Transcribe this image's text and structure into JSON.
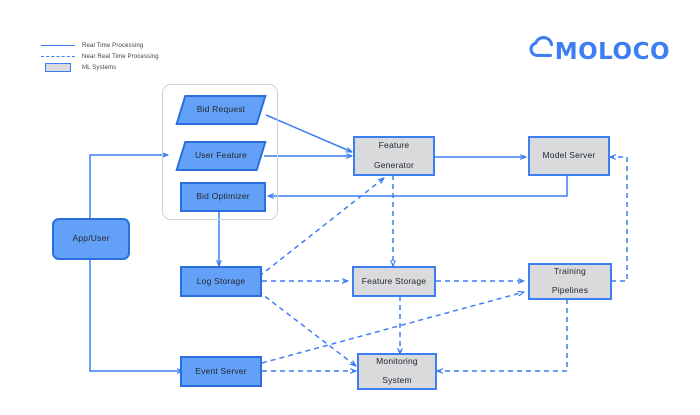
{
  "brand": {
    "name": "MOLOCO",
    "logo_icon": "cloud-icon",
    "color": "#3d7ff2"
  },
  "legend": {
    "items": [
      {
        "key": "solid-line",
        "label": "Real Time Processing"
      },
      {
        "key": "dashed-line",
        "label": "Near Real Time Processing"
      },
      {
        "key": "filled-box",
        "label": "ML Systems"
      }
    ]
  },
  "colors": {
    "accent": "#3d7ff2",
    "ml_fill": "#63a0f7",
    "ml_border": "#2a6fdd",
    "system_fill": "#d9dadb",
    "group_border": "#cfd3d6"
  },
  "diagram": {
    "nodes": [
      {
        "id": "app-user",
        "label": "App/User",
        "shape": "rounded-rect",
        "style": "ml"
      },
      {
        "id": "bid-request",
        "label": "Bid Request",
        "shape": "parallelogram",
        "style": "ml"
      },
      {
        "id": "user-feature",
        "label": "User Feature",
        "shape": "parallelogram",
        "style": "ml"
      },
      {
        "id": "bid-optimizer",
        "label": "Bid Optimizer",
        "shape": "rect",
        "style": "ml"
      },
      {
        "id": "feature-generator",
        "label": "Feature\nGenerator",
        "line1": "Feature",
        "line2": "Generator",
        "shape": "rect",
        "style": "system"
      },
      {
        "id": "model-server",
        "label": "Model Server",
        "shape": "rect",
        "style": "system"
      },
      {
        "id": "log-storage",
        "label": "Log Storage",
        "shape": "rect",
        "style": "ml"
      },
      {
        "id": "feature-storage",
        "label": "Feature Storage",
        "shape": "rect",
        "style": "system"
      },
      {
        "id": "training-pipelines",
        "label": "Training\nPipelines",
        "line1": "Training",
        "line2": "Pipelines",
        "shape": "rect",
        "style": "system"
      },
      {
        "id": "event-server",
        "label": "Event Server",
        "shape": "rect",
        "style": "ml"
      },
      {
        "id": "monitoring-system",
        "label": "Monitoring\nSystem",
        "line1": "Monitoring",
        "line2": "System",
        "shape": "rect",
        "style": "system"
      }
    ],
    "edges": [
      {
        "from": "app-user",
        "to": "user-feature",
        "type": "solid"
      },
      {
        "from": "app-user",
        "to": "event-server",
        "type": "solid"
      },
      {
        "from": "bid-request",
        "to": "feature-generator",
        "type": "solid"
      },
      {
        "from": "user-feature",
        "to": "feature-generator",
        "type": "solid"
      },
      {
        "from": "feature-generator",
        "to": "model-server",
        "type": "solid"
      },
      {
        "from": "model-server",
        "to": "bid-optimizer",
        "type": "solid"
      },
      {
        "from": "bid-optimizer",
        "to": "log-storage",
        "type": "solid"
      },
      {
        "from": "feature-generator",
        "to": "feature-storage",
        "type": "dashed"
      },
      {
        "from": "log-storage",
        "to": "feature-generator",
        "type": "dashed"
      },
      {
        "from": "log-storage",
        "to": "feature-storage",
        "type": "dashed"
      },
      {
        "from": "log-storage",
        "to": "monitoring-system",
        "type": "dashed"
      },
      {
        "from": "feature-storage",
        "to": "training-pipelines",
        "type": "dashed"
      },
      {
        "from": "feature-storage",
        "to": "monitoring-system",
        "type": "dashed"
      },
      {
        "from": "training-pipelines",
        "to": "model-server",
        "type": "dashed"
      },
      {
        "from": "training-pipelines",
        "to": "monitoring-system",
        "type": "dashed"
      },
      {
        "from": "event-server",
        "to": "monitoring-system",
        "type": "dashed"
      },
      {
        "from": "event-server",
        "to": "training-pipelines",
        "type": "dashed"
      }
    ]
  }
}
